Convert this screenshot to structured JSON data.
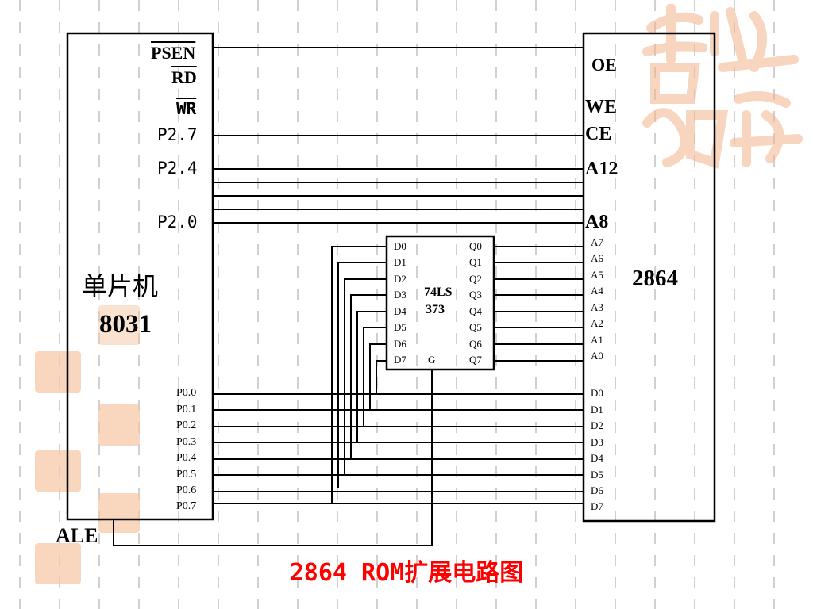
{
  "title": "2864 ROM扩展电路图",
  "mcu": {
    "name": "单片机",
    "model": "8031",
    "signals": {
      "psen": "PSEN",
      "rd": "RD",
      "wr": "WR",
      "ale": "ALE"
    },
    "ports_high": [
      "P2.7",
      "P2.4",
      "P2.0"
    ],
    "ports_low": [
      "P0.0",
      "P0.1",
      "P0.2",
      "P0.3",
      "P0.4",
      "P0.5",
      "P0.6",
      "P0.7"
    ]
  },
  "latch": {
    "name_line1": "74LS",
    "name_line2": "373",
    "inputs": [
      "D0",
      "D1",
      "D2",
      "D3",
      "D4",
      "D5",
      "D6",
      "D7"
    ],
    "outputs": [
      "Q0",
      "Q1",
      "Q2",
      "Q3",
      "Q4",
      "Q5",
      "Q6",
      "Q7"
    ],
    "gate": "G"
  },
  "eeprom": {
    "name": "2864",
    "control": [
      "OE",
      "WE",
      "CE"
    ],
    "addr_high": [
      "A12",
      "A8"
    ],
    "addr_low": [
      "A7",
      "A6",
      "A5",
      "A4",
      "A3",
      "A2",
      "A1",
      "A0"
    ],
    "data": [
      "D0",
      "D1",
      "D2",
      "D3",
      "D4",
      "D5",
      "D6",
      "D7"
    ]
  },
  "watermark": "吉祥如意",
  "colors": {
    "title": "#ff0000",
    "stamp": "#f3b48a",
    "grid": "#d0d0d0"
  }
}
